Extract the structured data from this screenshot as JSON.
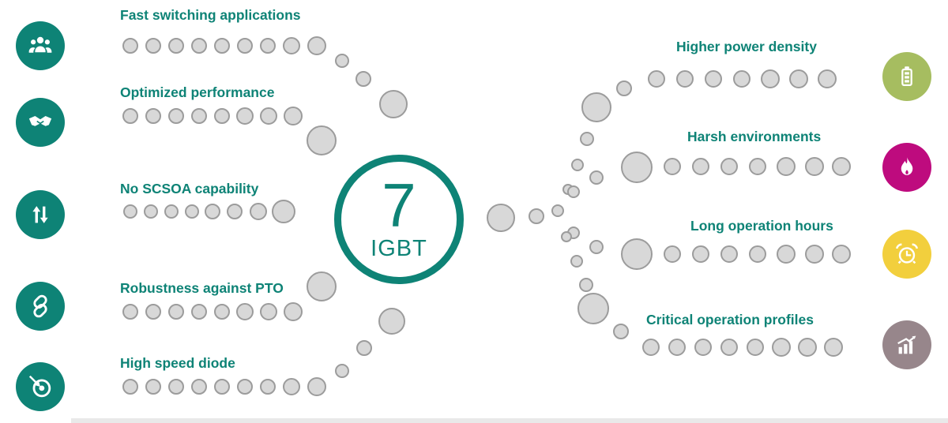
{
  "palette": {
    "teal": "#0E8376",
    "dot_fill": "#D8D8D8",
    "dot_stroke": "#9C9C9C",
    "olive": "#A6BD60",
    "magenta": "#BE0B7E",
    "yellow": "#F2CF3D",
    "mauve": "#97868B",
    "divider": "#E9E9E9"
  },
  "center": {
    "number": "7",
    "label": "IGBT"
  },
  "left_items": [
    {
      "icon": "people-icon",
      "label": "Fast switching applications"
    },
    {
      "icon": "handshake-icon",
      "label": "Optimized performance"
    },
    {
      "icon": "arrows-up-down-icon",
      "label": "No SCSOA capability"
    },
    {
      "icon": "chain-link-icon",
      "label": "Robustness against PTO"
    },
    {
      "icon": "target-icon",
      "label": "High speed diode"
    }
  ],
  "right_items": [
    {
      "icon": "battery-icon",
      "label": "Higher power density",
      "color": "#A6BD60"
    },
    {
      "icon": "flame-icon",
      "label": "Harsh environments",
      "color": "#BE0B7E"
    },
    {
      "icon": "alarm-clock-icon",
      "label": "Long operation hours",
      "color": "#F2CF3D"
    },
    {
      "icon": "growth-chart-icon",
      "label": "Critical operation profiles",
      "color": "#97868B"
    }
  ]
}
